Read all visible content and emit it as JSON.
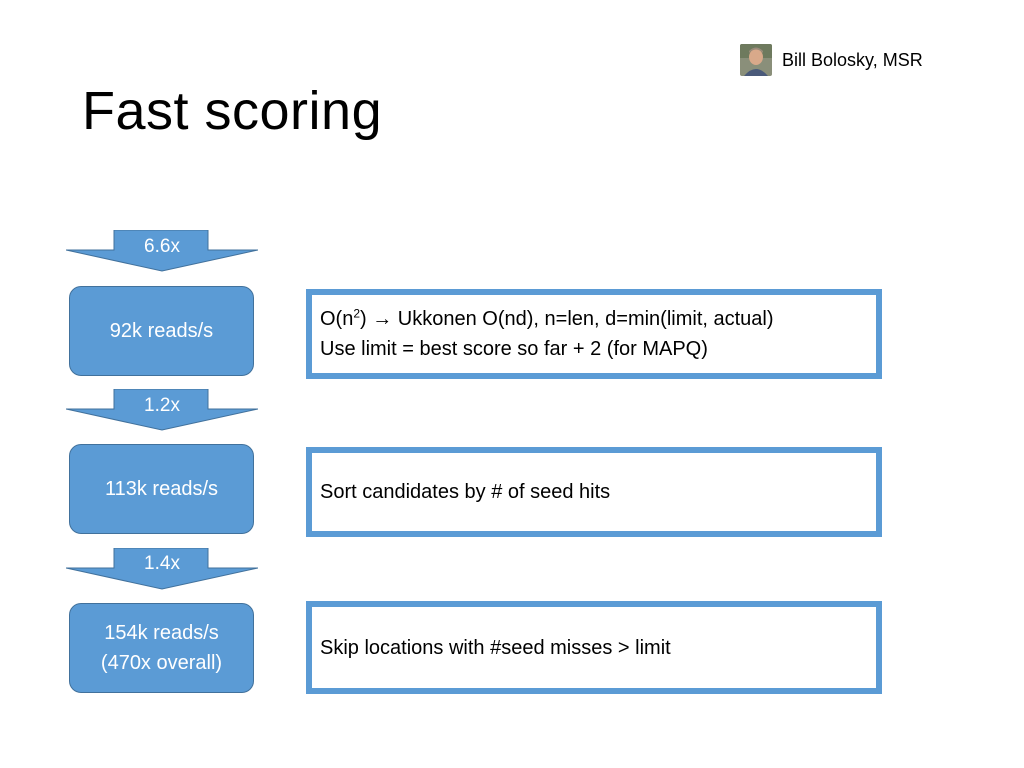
{
  "header": {
    "author": "Bill Bolosky, MSR",
    "title": "Fast scoring"
  },
  "speedups": [
    {
      "label": "6.6x"
    },
    {
      "label": "1.2x"
    },
    {
      "label": "1.4x"
    }
  ],
  "throughput": [
    {
      "line1": "92k reads/s",
      "line2": ""
    },
    {
      "line1": "113k reads/s",
      "line2": ""
    },
    {
      "line1": "154k reads/s",
      "line2": "(470x overall)"
    }
  ],
  "notes": [
    {
      "line1_pre": "O(n",
      "line1_sup": "2",
      "line1_post": ") ",
      "line1_arrow": "→",
      "line1_tail": " Ukkonen O(nd), n=len, d=min(limit, actual)",
      "line2": "Use limit = best score so far + 2 (for MAPQ)"
    },
    {
      "text": "Sort candidates by # of seed hits"
    },
    {
      "text": "Skip locations with #seed misses > limit"
    }
  ],
  "colors": {
    "accent": "#5b9bd5",
    "accent_border": "#41719c"
  },
  "icons": {
    "avatar": "author-photo",
    "arrow": "down-arrow-icon"
  }
}
